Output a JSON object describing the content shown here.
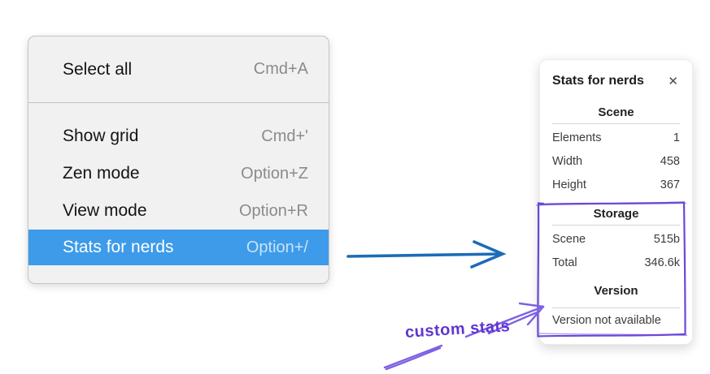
{
  "context_menu": {
    "items": [
      {
        "label": "Select all",
        "shortcut": "Cmd+A"
      },
      {
        "label": "Show grid",
        "shortcut": "Cmd+'"
      },
      {
        "label": "Zen mode",
        "shortcut": "Option+Z"
      },
      {
        "label": "View mode",
        "shortcut": "Option+R"
      },
      {
        "label": "Stats for nerds",
        "shortcut": "Option+/"
      }
    ],
    "selected_index": 4
  },
  "stats_panel": {
    "title": "Stats for nerds",
    "close_icon": "✕",
    "scene": {
      "header": "Scene",
      "rows": [
        {
          "label": "Elements",
          "value": "1"
        },
        {
          "label": "Width",
          "value": "458"
        },
        {
          "label": "Height",
          "value": "367"
        }
      ]
    },
    "storage": {
      "header": "Storage",
      "rows": [
        {
          "label": "Scene",
          "value": "515b"
        },
        {
          "label": "Total",
          "value": "346.6k"
        }
      ]
    },
    "version": {
      "header": "Version",
      "note": "Version not available"
    }
  },
  "annotations": {
    "custom_stats_label": "custom stats"
  },
  "colors": {
    "menu_highlight_blue": "#3d9be9",
    "arrow_blue": "#1a6cb8",
    "annotation_purple": "#6a48d7"
  }
}
